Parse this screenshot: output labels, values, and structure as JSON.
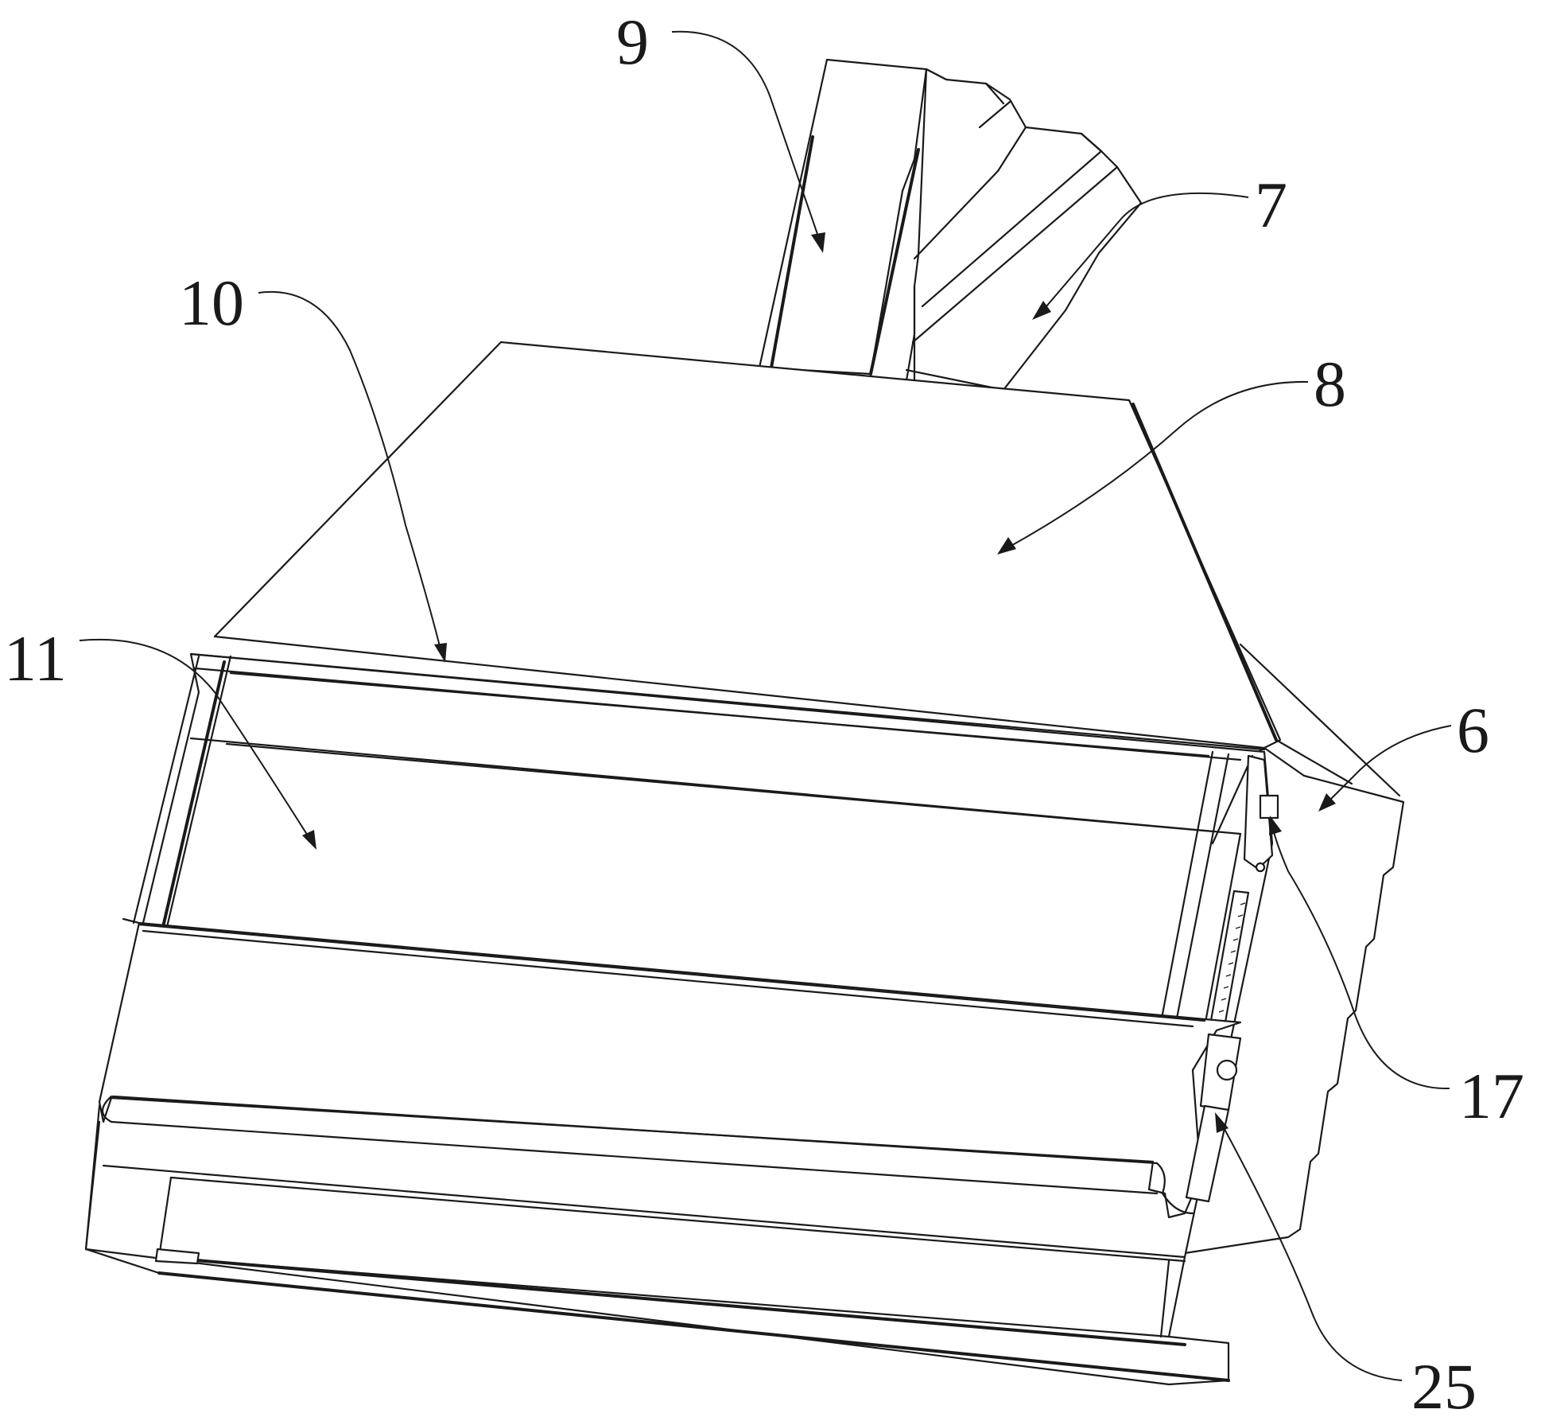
{
  "labels": {
    "l9": "9",
    "l7": "7",
    "l10": "10",
    "l8": "8",
    "l11": "11",
    "l6": "6",
    "l17": "17",
    "l25": "25"
  }
}
